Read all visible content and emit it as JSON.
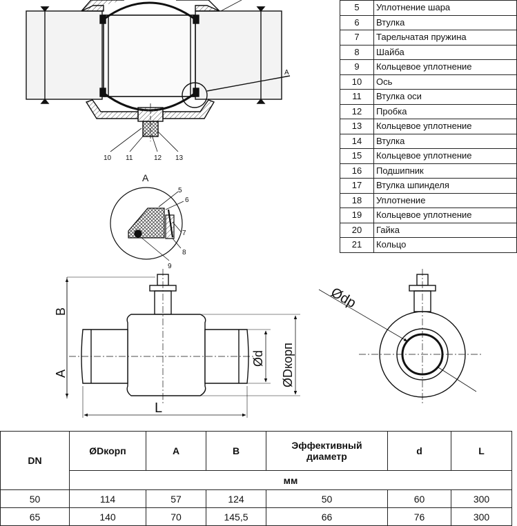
{
  "parts": [
    {
      "no": "5",
      "name": "Уплотнение шара"
    },
    {
      "no": "6",
      "name": "Втулка"
    },
    {
      "no": "7",
      "name": "Тарельчатая пружина"
    },
    {
      "no": "8",
      "name": "Шайба"
    },
    {
      "no": "9",
      "name": "Кольцевое уплотнение"
    },
    {
      "no": "10",
      "name": "Ось"
    },
    {
      "no": "11",
      "name": "Втулка оси"
    },
    {
      "no": "12",
      "name": "Пробка"
    },
    {
      "no": "13",
      "name": "Кольцевое уплотнение"
    },
    {
      "no": "14",
      "name": "Втулка"
    },
    {
      "no": "15",
      "name": "Кольцевое уплотнение"
    },
    {
      "no": "16",
      "name": "Подшипник"
    },
    {
      "no": "17",
      "name": "Втулка шпинделя"
    },
    {
      "no": "18",
      "name": "Уплотнение"
    },
    {
      "no": "19",
      "name": "Кольцевое уплотнение"
    },
    {
      "no": "20",
      "name": "Гайка"
    },
    {
      "no": "21",
      "name": "Кольцо"
    }
  ],
  "drawing": {
    "section_callouts": [
      "10",
      "11",
      "12",
      "13"
    ],
    "section_marker": "A",
    "detail_title": "A",
    "detail_callouts": [
      "5",
      "6",
      "7",
      "8",
      "9"
    ],
    "dim_B": "B",
    "dim_A": "A",
    "dim_L": "L",
    "dim_d": "Ød",
    "dim_Dkorp": "ØDкорп",
    "dim_dp": "Ødp"
  },
  "dimensions": {
    "headers": {
      "dn": "DN",
      "dkorp": "ØDкорп",
      "a": "A",
      "b": "B",
      "eff_line1": "Эффективный",
      "eff_line2": "диаметр",
      "d": "d",
      "l": "L"
    },
    "units": "мм",
    "rows": [
      {
        "dn": "50",
        "dkorp": "114",
        "a": "57",
        "b": "124",
        "eff": "50",
        "d": "60",
        "l": "300"
      },
      {
        "dn": "65",
        "dkorp": "140",
        "a": "70",
        "b": "145,5",
        "eff": "66",
        "d": "76",
        "l": "300"
      }
    ]
  }
}
